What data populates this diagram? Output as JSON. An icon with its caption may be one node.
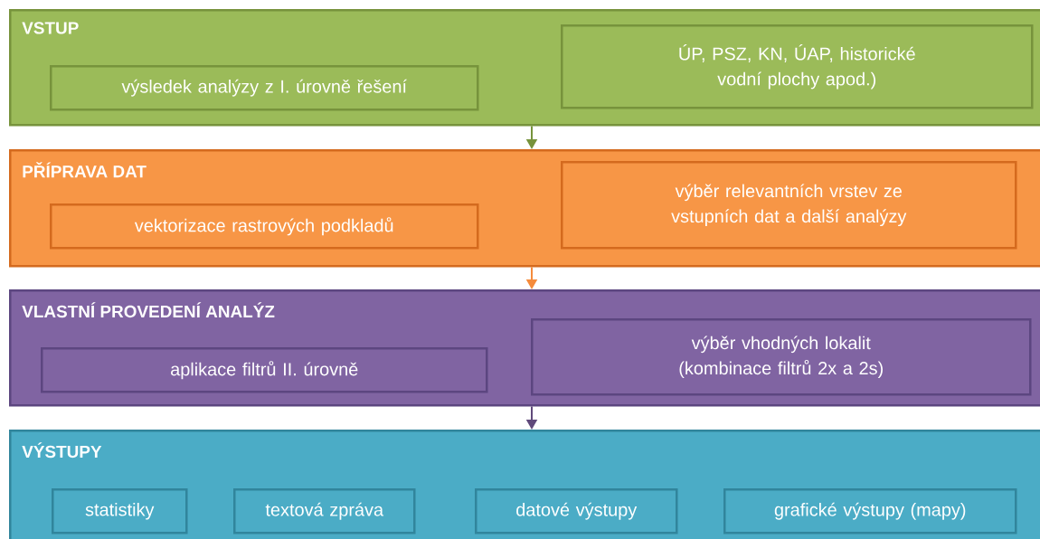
{
  "diagram": {
    "nodes": [
      {
        "text": [
          "VSTUP"
        ]
      },
      {
        "text": [
          "výsledek analýzy z I. úrovně řešení"
        ],
        "in": 0
      },
      {
        "text": [
          "ÚP, PSZ, KN, ÚAP, historické vodní plochy apod.)"
        ],
        "in": 0
      },
      {
        "text": [
          "PŘÍPRAVA DAT"
        ]
      },
      {
        "text": [
          "vektorizace rastrových podkladů"
        ],
        "in": 3
      },
      {
        "text": [
          "výběr relevantních vrstev ze vstupních dat a další analýzy"
        ],
        "in": 3
      },
      {
        "text": [
          "VLASTNÍ PROVEDENÍ ANALÝZ"
        ]
      },
      {
        "text": [
          "aplikace filtrů II. úrovně"
        ],
        "in": 6
      },
      {
        "text": [
          "výběr vhodných lokalit (kombinace filtrů 2x a 2s)"
        ],
        "in": 6
      },
      {
        "text": [
          "VÝSTUPY"
        ]
      },
      {
        "text": [
          "statistiky"
        ],
        "in": 9
      },
      {
        "text": [
          "textová zpráva"
        ],
        "in": 9
      },
      {
        "text": [
          "datové výstupy"
        ],
        "in": 9
      },
      {
        "text": [
          "grafické výstupy (mapy)"
        ],
        "in": 9
      }
    ],
    "edges": [
      {
        "from": 0,
        "to": 3,
        "arrow": "to",
        "color": "#77933c"
      },
      {
        "from": 3,
        "to": 6,
        "arrow": "to",
        "color": "#f58b3c"
      },
      {
        "from": 6,
        "to": 9,
        "arrow": "to",
        "color": "#604a7b"
      }
    ]
  }
}
